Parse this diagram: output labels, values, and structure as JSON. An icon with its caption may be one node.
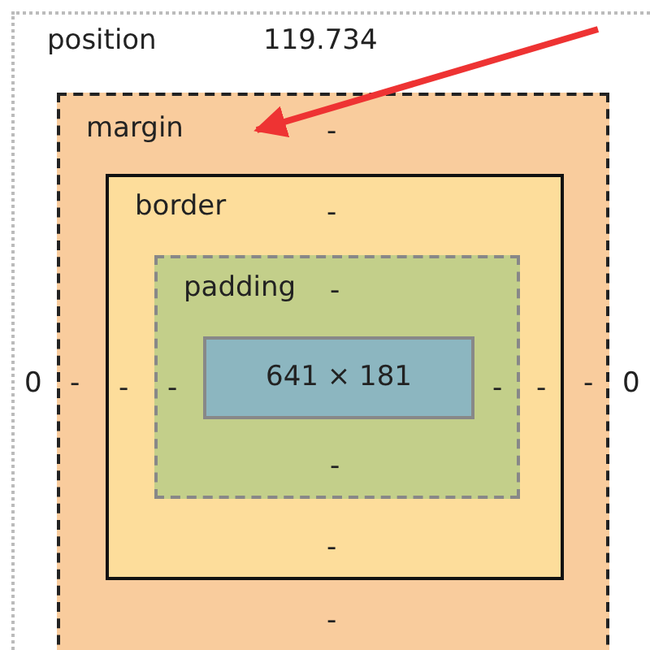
{
  "diagram": {
    "nodes": [
      {
        "text": [
          "position",
          "119.734",
          "0",
          "0"
        ]
      },
      {
        "text": [
          "margin",
          "-",
          "-",
          "-",
          "-"
        ],
        "in": 0
      },
      {
        "text": [
          "border",
          "-",
          "-",
          "-",
          "-"
        ],
        "in": 1
      },
      {
        "text": [
          "padding",
          "-",
          "-",
          "-",
          "-"
        ],
        "in": 2
      },
      {
        "text": [
          "641 × 181"
        ],
        "in": 3
      }
    ],
    "edges": [
      {
        "from": 0,
        "to": 1,
        "arrow": "to",
        "color": "#ee3333"
      }
    ]
  }
}
